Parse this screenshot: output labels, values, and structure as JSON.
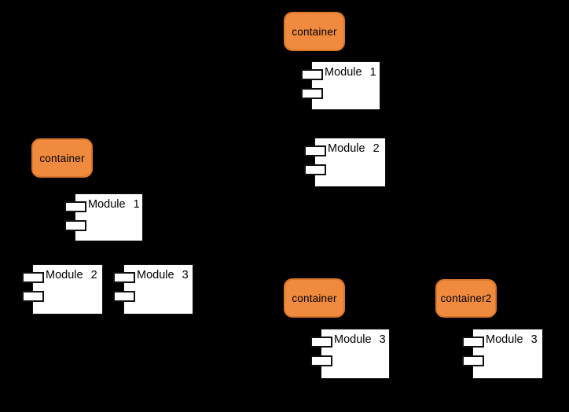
{
  "diagram": {
    "type": "component-diagram",
    "background": "#000000"
  },
  "colors": {
    "container_fill": "#F08A3E",
    "container_border": "#D97628",
    "module_fill": "#FFFFFF",
    "module_border": "#111111",
    "text": "#000000",
    "canvas_bg": "#000000"
  },
  "nodes": {
    "containers": [
      {
        "id": "c-top",
        "label": "container"
      },
      {
        "id": "c-left",
        "label": "container"
      },
      {
        "id": "c-bottom",
        "label": "container"
      },
      {
        "id": "c-bottom2",
        "label": "container2"
      }
    ],
    "modules": [
      {
        "id": "m-top-1",
        "label": "Module 1"
      },
      {
        "id": "m-top-2",
        "label": "Module 2"
      },
      {
        "id": "m-left-1",
        "label": "Module 1"
      },
      {
        "id": "m-left-2",
        "label": "Module 2"
      },
      {
        "id": "m-left-3",
        "label": "Module 3"
      },
      {
        "id": "m-bot-1",
        "label": "Module 3"
      },
      {
        "id": "m-bot-2",
        "label": "Module 3"
      }
    ]
  }
}
